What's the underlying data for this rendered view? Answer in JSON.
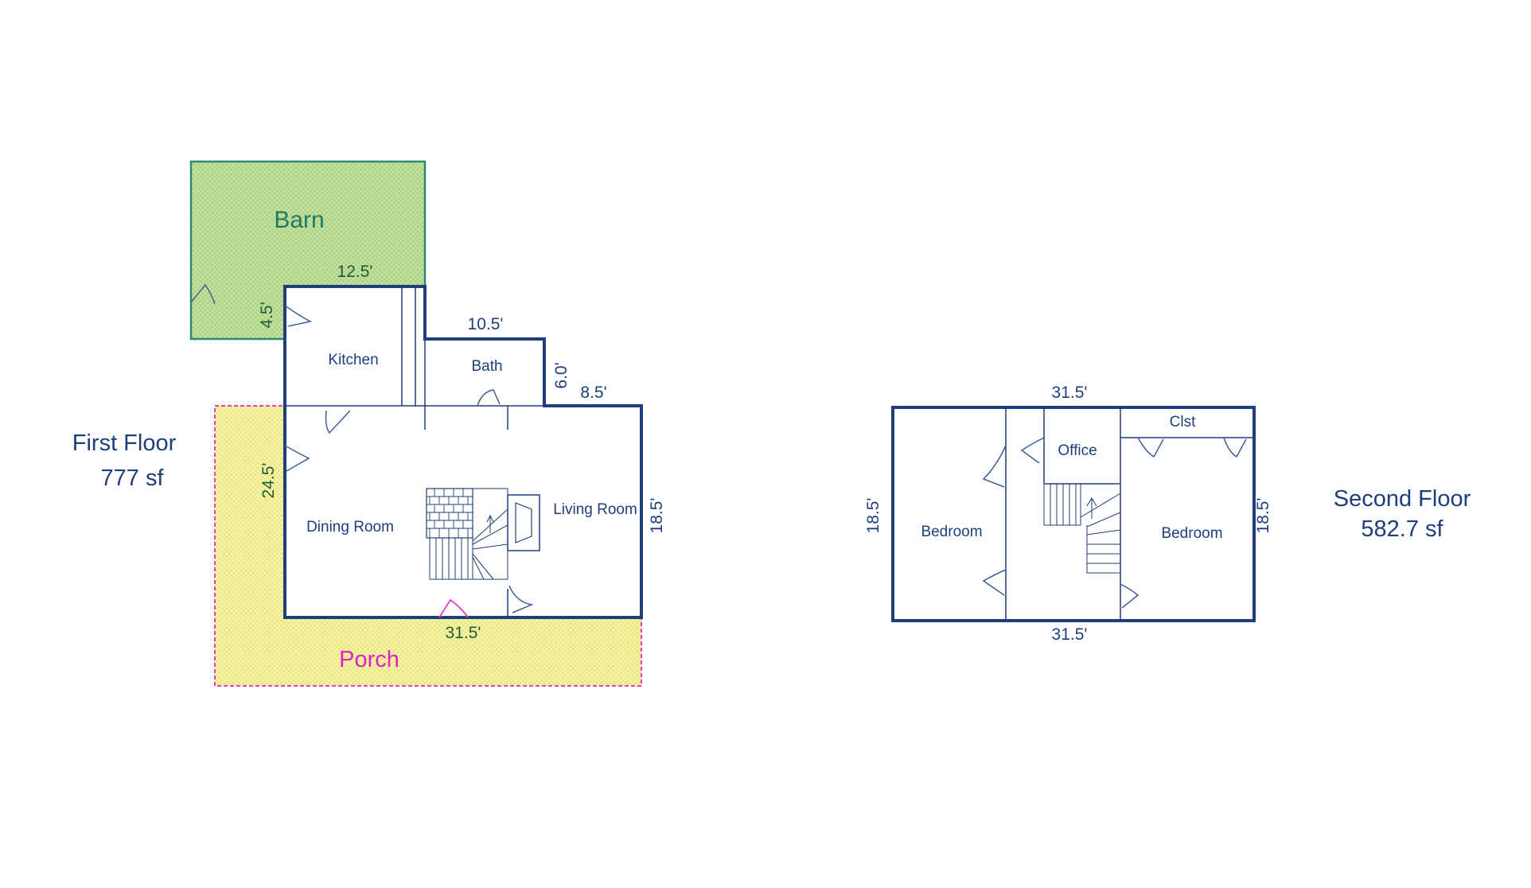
{
  "first_floor": {
    "title": "First Floor",
    "area": "777 sf",
    "rooms": {
      "barn": "Barn",
      "kitchen": "Kitchen",
      "bath": "Bath",
      "dining": "Dining Room",
      "living": "Living Room",
      "porch": "Porch"
    },
    "dims": {
      "barn_width": "12.5'",
      "barn_side": "4.5'",
      "bath_top": "10.5'",
      "bath_side": "6.0'",
      "step": "8.5'",
      "left": "24.5'",
      "right": "18.5'",
      "bottom": "31.5'"
    }
  },
  "second_floor": {
    "title": "Second Floor",
    "area": "582.7 sf",
    "rooms": {
      "office": "Office",
      "closet": "Clst",
      "bedroom_left": "Bedroom",
      "bedroom_right": "Bedroom"
    },
    "dims": {
      "top": "31.5'",
      "bottom": "31.5'",
      "left": "18.5'",
      "right": "18.5'"
    }
  },
  "colors": {
    "wall": "#1e3f7c",
    "barn_fill": "#b9d98f",
    "barn_outline": "#2a8c6c",
    "porch_fill": "#f4f39a",
    "porch_outline": "#e040c0",
    "porch_text": "#e020c8",
    "barn_text": "#1f7a6a"
  }
}
